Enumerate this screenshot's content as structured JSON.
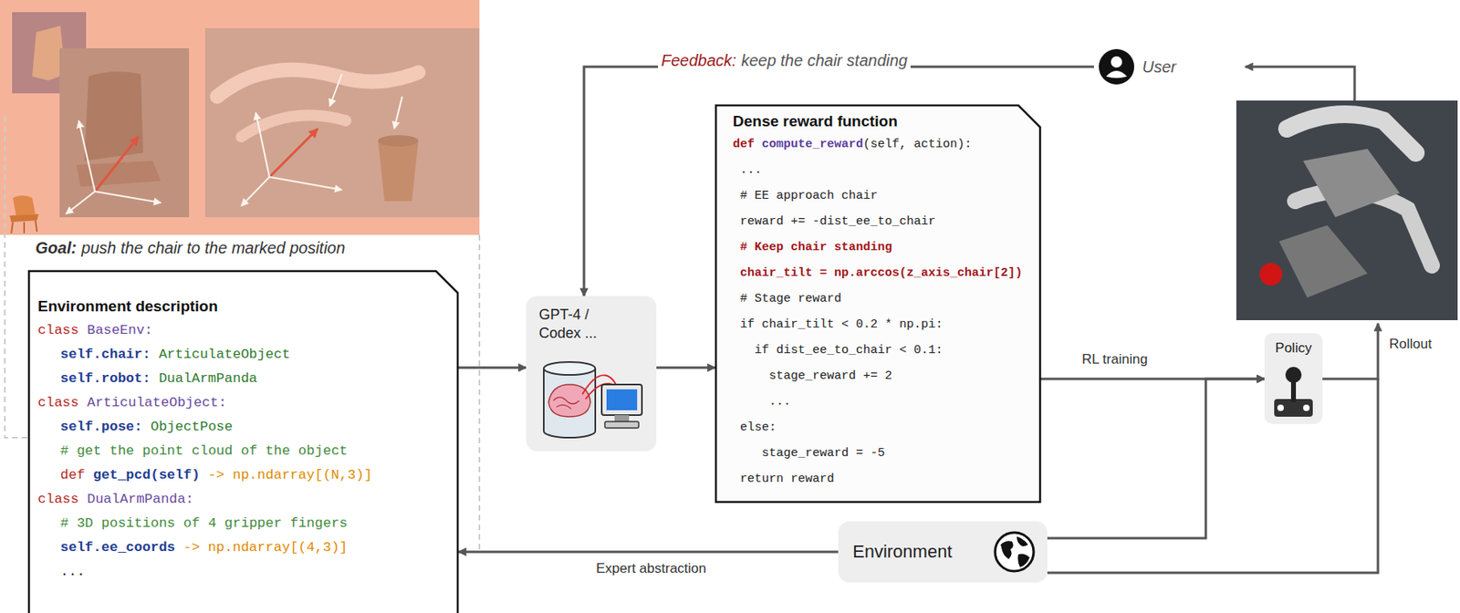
{
  "diagram": {
    "nodes": [
      {
        "text": [
          "Environment description",
          "class",
          "BaseEnv:",
          "self.chair:",
          "ArticulateObject",
          "self.robot:",
          "DualArmPanda",
          "class",
          "ArticulateObject:",
          "self.pose:",
          "ObjectPose",
          "# get the point cloud of the object",
          "def",
          "get_pcd(self)",
          "->",
          "np.ndarray[(N,3)]",
          "class",
          "DualArmPanda:",
          "# 3D positions of 4 gripper fingers",
          "self.ee_coords",
          "->",
          "np.ndarray[(4,3)]",
          "..."
        ]
      },
      {
        "text": [
          "GPT-4 / Codex ..."
        ]
      },
      {
        "text": [
          "Dense reward function",
          "def",
          "compute_reward",
          "(self, action):",
          "...",
          "# EE approach chair",
          "reward += -dist_ee_to_chair",
          "# Keep chair standing",
          "chair_tilt = np.arccos(z_axis_chair[2])",
          "# Stage reward",
          "if chair_tilt < 0.2 * np.pi:",
          "if dist_ee_to_chair < 0.1:",
          "stage_reward += 2",
          "...",
          "else:",
          "stage_reward = -5",
          "return reward"
        ]
      },
      {
        "text": [
          "Policy"
        ]
      },
      {
        "text": [
          "Environment"
        ]
      },
      {
        "text": [
          "User"
        ]
      }
    ],
    "edges": [
      {
        "from": 0,
        "to": 1,
        "arrow": "to"
      },
      {
        "from": 1,
        "to": 2,
        "arrow": "to"
      },
      {
        "from": 2,
        "to": 3,
        "arrow": "to",
        "label": "RL training"
      },
      {
        "from": 4,
        "to": 3,
        "arrow": "to"
      },
      {
        "from": 5,
        "to": 1,
        "arrow": "to",
        "label": "Feedback:"
      },
      {
        "from": 4,
        "to": 0,
        "arrow": "to",
        "label": "Expert abstraction"
      }
    ],
    "labels": [
      "Goal:",
      "push the chair to the marked position",
      "keep the chair standing",
      "Rollout"
    ]
  }
}
